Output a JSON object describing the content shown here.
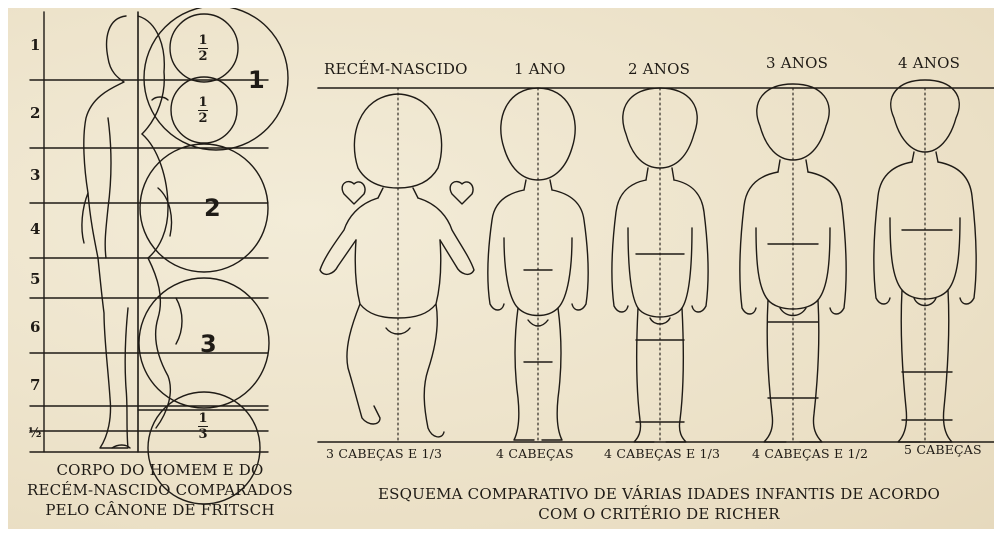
{
  "left_panel": {
    "scale_numbers": [
      "1",
      "2",
      "3",
      "4",
      "5",
      "6",
      "7",
      "½"
    ],
    "circle_labels": {
      "one": "1",
      "two": "2",
      "three": "3"
    },
    "fractions": [
      {
        "num": "1",
        "den": "2"
      },
      {
        "num": "1",
        "den": "2"
      },
      {
        "num": "1",
        "den": "3"
      }
    ],
    "caption": [
      "CORPO DO HOMEM E DO",
      "RECÉM-NASCIDO COMPARADOS",
      "PELO CÂNONE DE FRITSCH"
    ]
  },
  "right_panel": {
    "ages": [
      "RECÉM-NASCIDO",
      "1 ANO",
      "2 ANOS",
      "3 ANOS",
      "4 ANOS"
    ],
    "head_counts": [
      "3 CABEÇAS E 1/3",
      "4 CABEÇAS",
      "4 CABEÇAS E 1/3",
      "4 CABEÇAS E 1/2",
      "5 CABEÇAS"
    ],
    "caption": [
      "ESQUEMA COMPARATIVO DE VÁRIAS IDADES INFANTIS DE ACORDO",
      "COM O CRITÉRIO DE RICHER"
    ]
  },
  "colors": {
    "paper": "#efe6cf",
    "ink": "#1f1b16",
    "frame": "#ffffff"
  }
}
